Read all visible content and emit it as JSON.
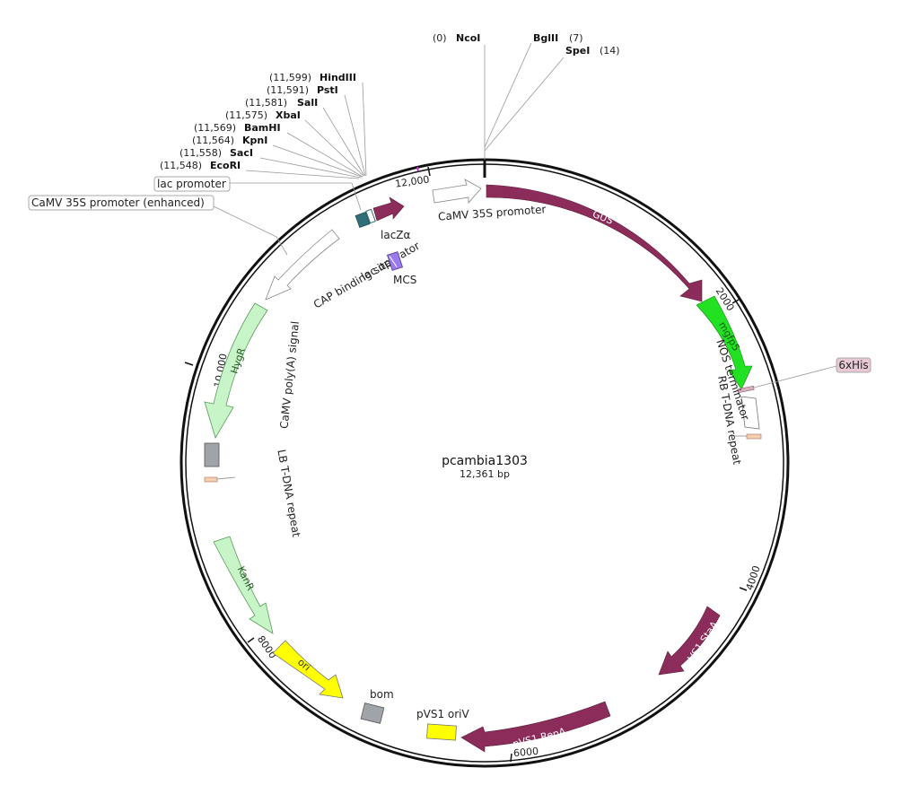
{
  "plasmid": {
    "name": "pcambia1303",
    "size_label": "12,361 bp"
  },
  "ticks": [
    {
      "label": "2000"
    },
    {
      "label": "4000"
    },
    {
      "label": "6000"
    },
    {
      "label": "8000"
    },
    {
      "label": "10,000"
    },
    {
      "label": "12,000"
    }
  ],
  "sites": [
    {
      "name": "NcoI",
      "pos": "(0)"
    },
    {
      "name": "BglII",
      "pos": "(7)"
    },
    {
      "name": "SpeI",
      "pos": "(14)"
    },
    {
      "name": "HindIII",
      "pos": "(11,599)"
    },
    {
      "name": "PstI",
      "pos": "(11,591)"
    },
    {
      "name": "SalI",
      "pos": "(11,581)"
    },
    {
      "name": "XbaI",
      "pos": "(11,575)"
    },
    {
      "name": "BamHI",
      "pos": "(11,569)"
    },
    {
      "name": "KpnI",
      "pos": "(11,564)"
    },
    {
      "name": "SacI",
      "pos": "(11,558)"
    },
    {
      "name": "EcoRI",
      "pos": "(11,548)"
    }
  ],
  "features": {
    "gus": "GUS",
    "mgfp5": "mgfp5",
    "pvs1_sta": "pVS1 StaA",
    "pvs1_rep": "pVS1 RepA",
    "pvs1_ori": "pVS1 oriV",
    "bom": "bom",
    "ori": "ori",
    "kanr": "KanR",
    "lb": "LB T-DNA repeat",
    "camv_polya": "CaMV poly(A) signal",
    "hygr": "HygR",
    "cap": "CAP binding site",
    "lac_operator": "lac operator",
    "lacz": "lacZα",
    "mcs": "MCS",
    "camv35s": "CaMV 35S promoter",
    "nos": "NOS terminator",
    "rb": "RB T-DNA repeat",
    "sixhis": "6xHis",
    "lac_promoter": "lac promoter",
    "camv35s_enh": "CaMV 35S promoter (enhanced)"
  },
  "colors": {
    "gus": "#8b2c5a",
    "mgfp5": "#22e022",
    "hygr": "#c8f5c8",
    "kanr": "#c8f5c8",
    "ori": "#ffff00",
    "pvs1_ori": "#ffff00",
    "bom": "#a0a4a8",
    "polya": "#a0a4a8",
    "lb_rb": "#f5d0b0",
    "cap": "#2f6f7a",
    "lacz": "#8b2c5a",
    "mcs": "#9a7aee",
    "sixhis": "#d9b0c0"
  }
}
